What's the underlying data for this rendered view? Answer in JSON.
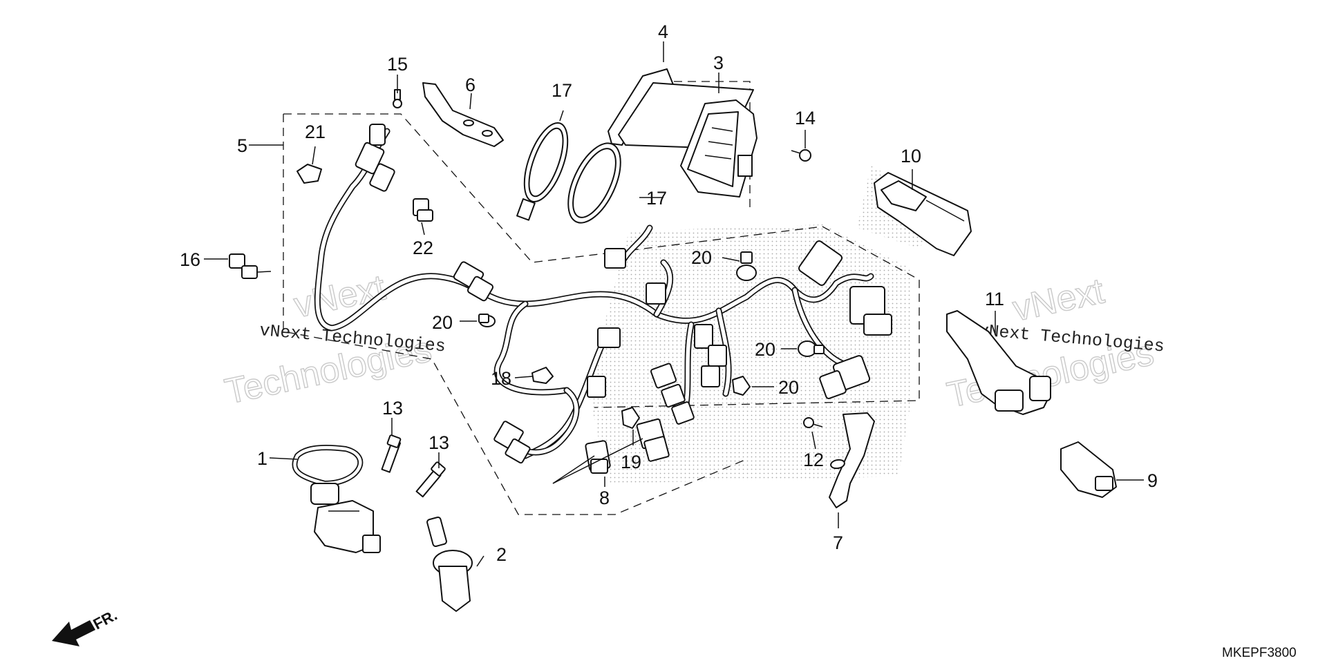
{
  "diagram": {
    "code": "MKEPF3800",
    "direction_label": "FR.",
    "callouts": [
      "1",
      "2",
      "3",
      "4",
      "5",
      "6",
      "7",
      "8",
      "9",
      "10",
      "11",
      "12",
      "13",
      "13",
      "14",
      "15",
      "16",
      "17",
      "17",
      "18",
      "19",
      "20",
      "20",
      "20",
      "20",
      "21",
      "22"
    ],
    "watermarks": {
      "large_left_1": "vNext",
      "large_left_2": "Technologies",
      "small_left": "vNext Technologies",
      "large_right_1": "vNext",
      "large_right_2": "Technologies",
      "small_right": "vNext Technologies"
    }
  }
}
